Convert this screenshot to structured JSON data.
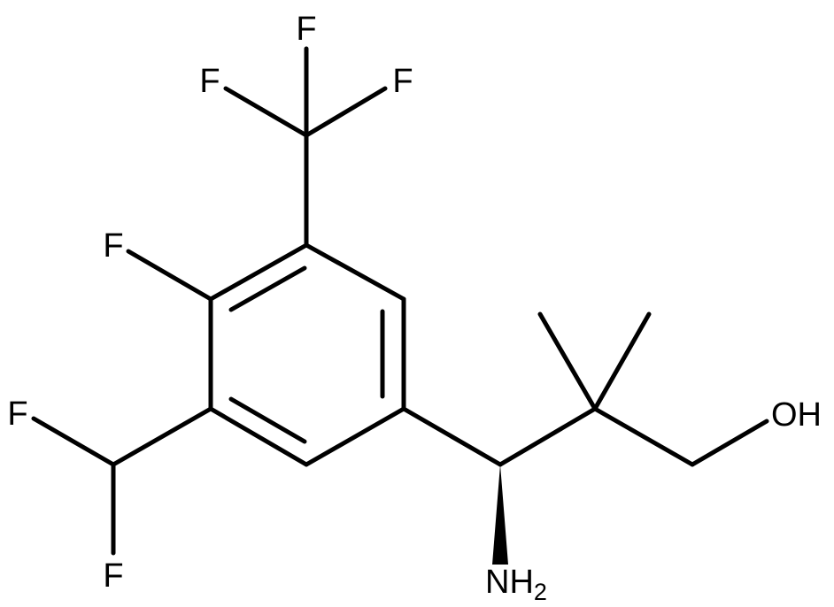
{
  "molecule": {
    "labels": {
      "f_top": "F",
      "f_top_left": "F",
      "f_top_right": "F",
      "f_ring": "F",
      "f_chf2_left": "F",
      "f_chf2_bottom": "F",
      "hydroxyl": "OH",
      "amine": "NH",
      "amine_subscript": "2"
    },
    "colors": {
      "bond": "#000000",
      "text": "#000000",
      "background": "#ffffff"
    }
  }
}
